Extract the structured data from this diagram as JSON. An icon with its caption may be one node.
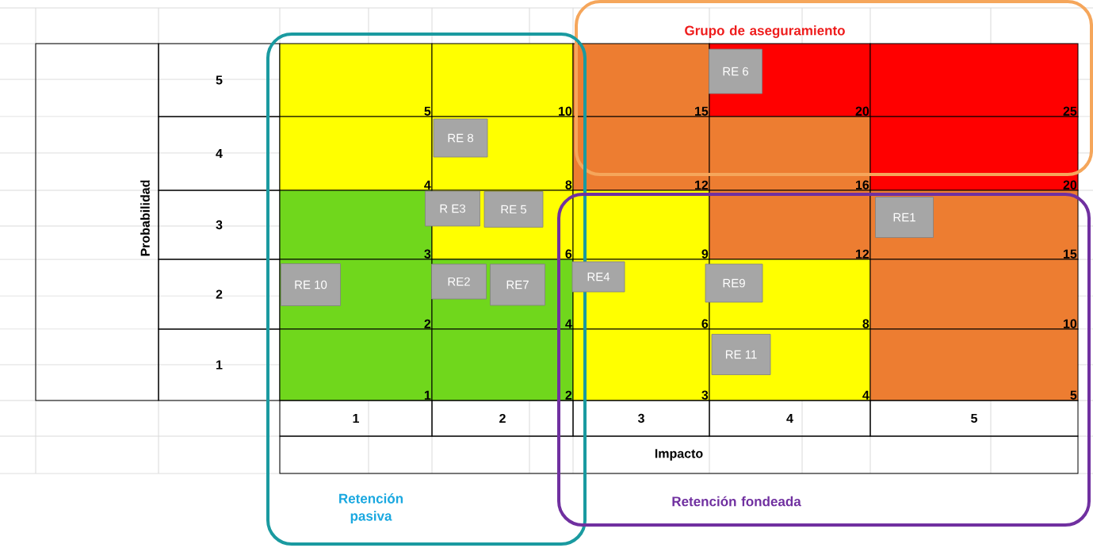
{
  "diagram": {
    "nodes": [
      {
        "text": [
          "Grupo de aseguramiento"
        ]
      },
      {
        "text": [
          "RE 6"
        ],
        "in": 0
      },
      {
        "text": [
          "Retención pasiva"
        ]
      },
      {
        "text": [
          "RE 8"
        ],
        "in": 2
      },
      {
        "text": [
          "R E3"
        ],
        "in": 2
      },
      {
        "text": [
          "RE 5"
        ],
        "in": 2
      },
      {
        "text": [
          "RE 10"
        ],
        "in": 2
      },
      {
        "text": [
          "RE2"
        ],
        "in": 2
      },
      {
        "text": [
          "RE7"
        ],
        "in": 2
      },
      {
        "text": [
          "Retención fondeada"
        ]
      },
      {
        "text": [
          "RE1"
        ],
        "in": 9
      },
      {
        "text": [
          "RE4"
        ],
        "in": 9
      },
      {
        "text": [
          "RE9"
        ],
        "in": 9
      },
      {
        "text": [
          "RE 11"
        ],
        "in": 9
      }
    ],
    "labels": [
      "Probabilidad",
      "5",
      "5",
      "10",
      "15",
      "20",
      "25",
      "4",
      "4",
      "8",
      "12",
      "16",
      "20",
      "3",
      "3",
      "6",
      "9",
      "12",
      "15",
      "2",
      "2",
      "4",
      "6",
      "8",
      "10",
      "1",
      "1",
      "2",
      "3",
      "4",
      "5",
      "1",
      "2",
      "3",
      "4",
      "5",
      "Impacto"
    ]
  }
}
